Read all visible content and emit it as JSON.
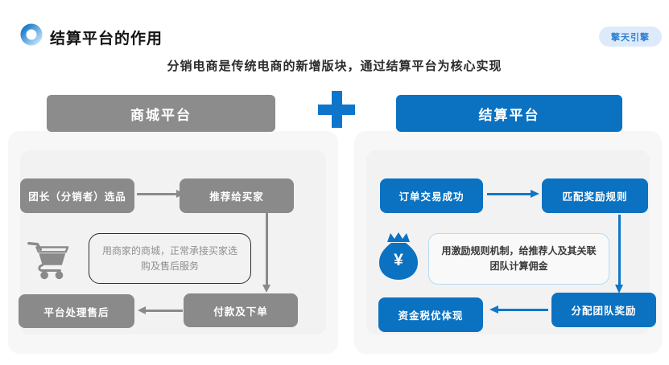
{
  "slide": {
    "title": "结算平台的作用",
    "subtitle": "分销电商是传统电商的新增版块，通过结算平台为核心实现",
    "badge": "擎天引擎"
  },
  "colors": {
    "blue": "#0b72c2",
    "gray": "#8a8a8a",
    "panel_bg": "#f7f7f8",
    "badge_bg": "#ddeafc",
    "badge_text": "#2e80d0"
  },
  "mall": {
    "header": "商城平台",
    "step_select": "团长（分销者）选品",
    "step_recommend": "推荐给买家",
    "step_order": "付款及下单",
    "step_aftersale": "平台处理售后",
    "note": "用商家的商城，正常承接买家选购及售后服务",
    "icon": "shopping-cart-icon"
  },
  "settlement": {
    "header": "结算平台",
    "step_success": "订单交易成功",
    "step_match": "匹配奖励规则",
    "step_distribute": "分配团队奖励",
    "step_tax": "资金税优体现",
    "note": "用激励规则机制，给推荐人及其关联团队计算佣金",
    "icon": "money-bag-icon",
    "currency_symbol": "¥"
  }
}
